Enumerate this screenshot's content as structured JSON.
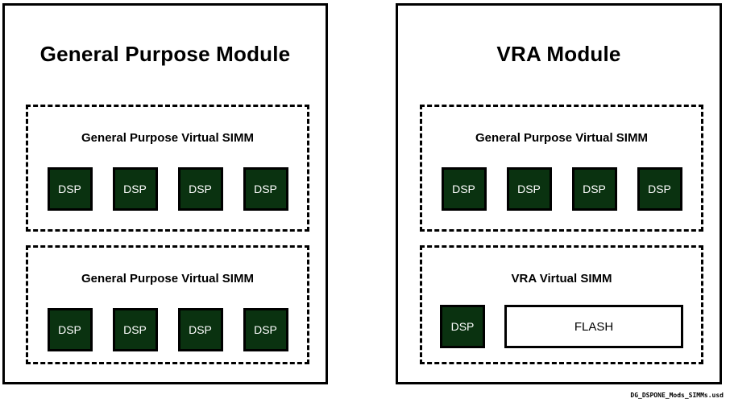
{
  "diagram": {
    "caption": "DG_DSPONE_Mods_SIMMs.usd",
    "colors": {
      "dsp_fill": "#0a3210",
      "dsp_text": "#ffffff",
      "border": "#000000",
      "background": "#ffffff"
    }
  },
  "modules": [
    {
      "id": "general-purpose-module",
      "title": "General Purpose Module",
      "simms": [
        {
          "id": "gp-simm-1",
          "title": "General  Purpose  Virtual  SIMM",
          "chips": [
            {
              "label": "DSP",
              "type": "dsp"
            },
            {
              "label": "DSP",
              "type": "dsp"
            },
            {
              "label": "DSP",
              "type": "dsp"
            },
            {
              "label": "DSP",
              "type": "dsp"
            }
          ]
        },
        {
          "id": "gp-simm-2",
          "title": "General  Purpose  Virtual  SIMM",
          "chips": [
            {
              "label": "DSP",
              "type": "dsp"
            },
            {
              "label": "DSP",
              "type": "dsp"
            },
            {
              "label": "DSP",
              "type": "dsp"
            },
            {
              "label": "DSP",
              "type": "dsp"
            }
          ]
        }
      ]
    },
    {
      "id": "vra-module",
      "title": "VRA Module",
      "simms": [
        {
          "id": "vra-simm-1",
          "title": "General  Purpose  Virtual  SIMM",
          "chips": [
            {
              "label": "DSP",
              "type": "dsp"
            },
            {
              "label": "DSP",
              "type": "dsp"
            },
            {
              "label": "DSP",
              "type": "dsp"
            },
            {
              "label": "DSP",
              "type": "dsp"
            }
          ]
        },
        {
          "id": "vra-simm-2",
          "title": "VRA  Virtual  SIMM",
          "chips": [
            {
              "label": "DSP",
              "type": "dsp"
            },
            {
              "label": "FLASH",
              "type": "flash"
            }
          ]
        }
      ]
    }
  ]
}
